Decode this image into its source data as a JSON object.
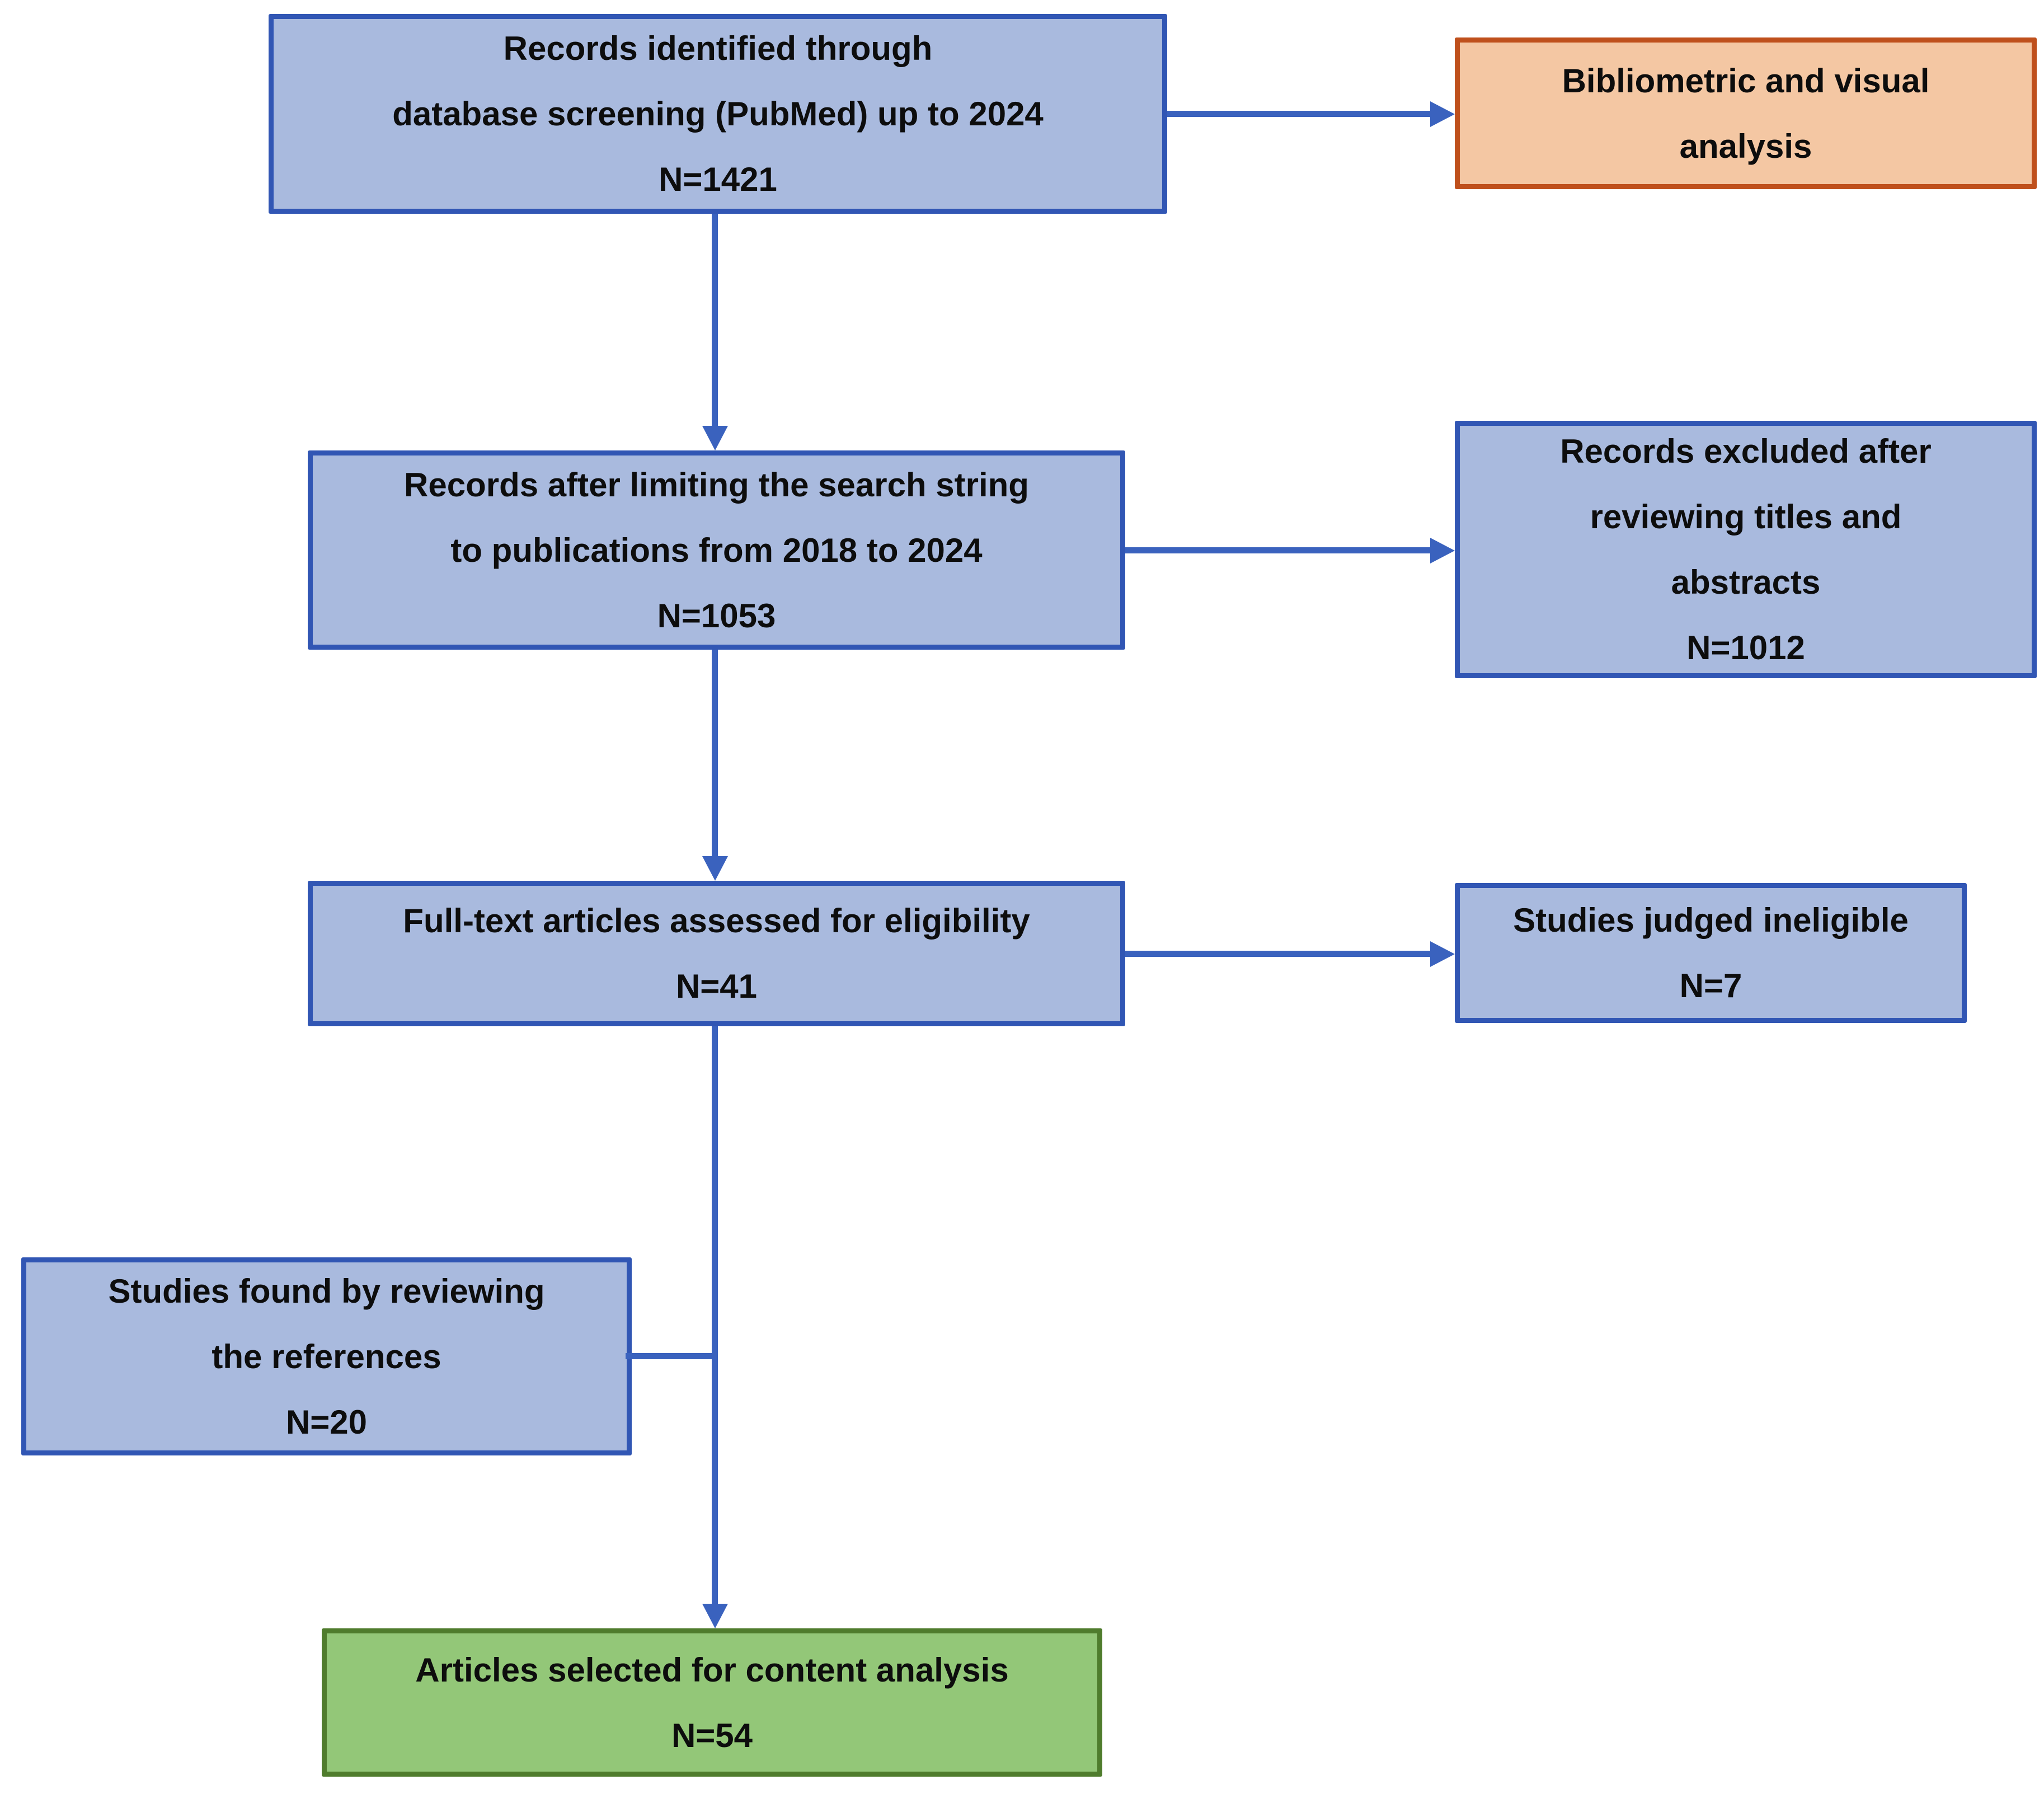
{
  "colors": {
    "blue_fill": "#A9BADE",
    "blue_border": "#3156B4",
    "orange_fill": "#F4C7A3",
    "orange_border": "#BF501C",
    "green_fill": "#93C778",
    "green_border": "#4F7C2D",
    "connector": "#3A62BE",
    "text": "#0D0D0D"
  },
  "boxes": {
    "identified": {
      "line1": "Records identified through",
      "line2": "database screening (PubMed) up to 2024",
      "line3": "N=1421"
    },
    "bibliometric": {
      "line1": "Bibliometric and visual",
      "line2": "analysis"
    },
    "limited": {
      "line1": "Records after limiting the search string",
      "line2": "to publications from 2018 to 2024",
      "line3": "N=1053"
    },
    "excluded": {
      "line1": "Records excluded after",
      "line2": "reviewing titles and",
      "line3": "abstracts",
      "line4": "N=1012"
    },
    "fulltext": {
      "line1": "Full-text articles assessed for eligibility",
      "line2": "N=41"
    },
    "ineligible": {
      "line1": "Studies judged ineligible",
      "line2": "N=7"
    },
    "references": {
      "line1": "Studies found by reviewing",
      "line2": "the references",
      "line3": "N=20"
    },
    "selected": {
      "line1": "Articles selected for content analysis",
      "line2": "N=54"
    }
  }
}
